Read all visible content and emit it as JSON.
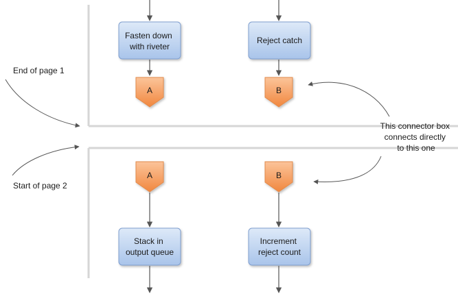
{
  "page1": {
    "process_left": [
      "Fasten down",
      "with riveter"
    ],
    "process_right": [
      "Reject catch"
    ],
    "connector_left": "A",
    "connector_right": "B"
  },
  "page2": {
    "process_left": [
      "Stack in",
      "output queue"
    ],
    "process_right": [
      "Increment",
      "reject count"
    ],
    "connector_left": "A",
    "connector_right": "B"
  },
  "annotations": {
    "end_of_page": "End of page 1",
    "start_of_page": "Start of page 2",
    "connector_note": [
      "This connector box",
      "connects directly",
      "to this one"
    ]
  },
  "colors": {
    "process_fill_top": "#dde9f8",
    "process_fill_bottom": "#a9c4ea",
    "process_stroke": "#7f9fcf",
    "connector_fill_top": "#fbc49a",
    "connector_fill_bottom": "#f1873f",
    "connector_stroke": "#e28a4b",
    "line": "#555555",
    "page_border": "#d6d6d6"
  }
}
